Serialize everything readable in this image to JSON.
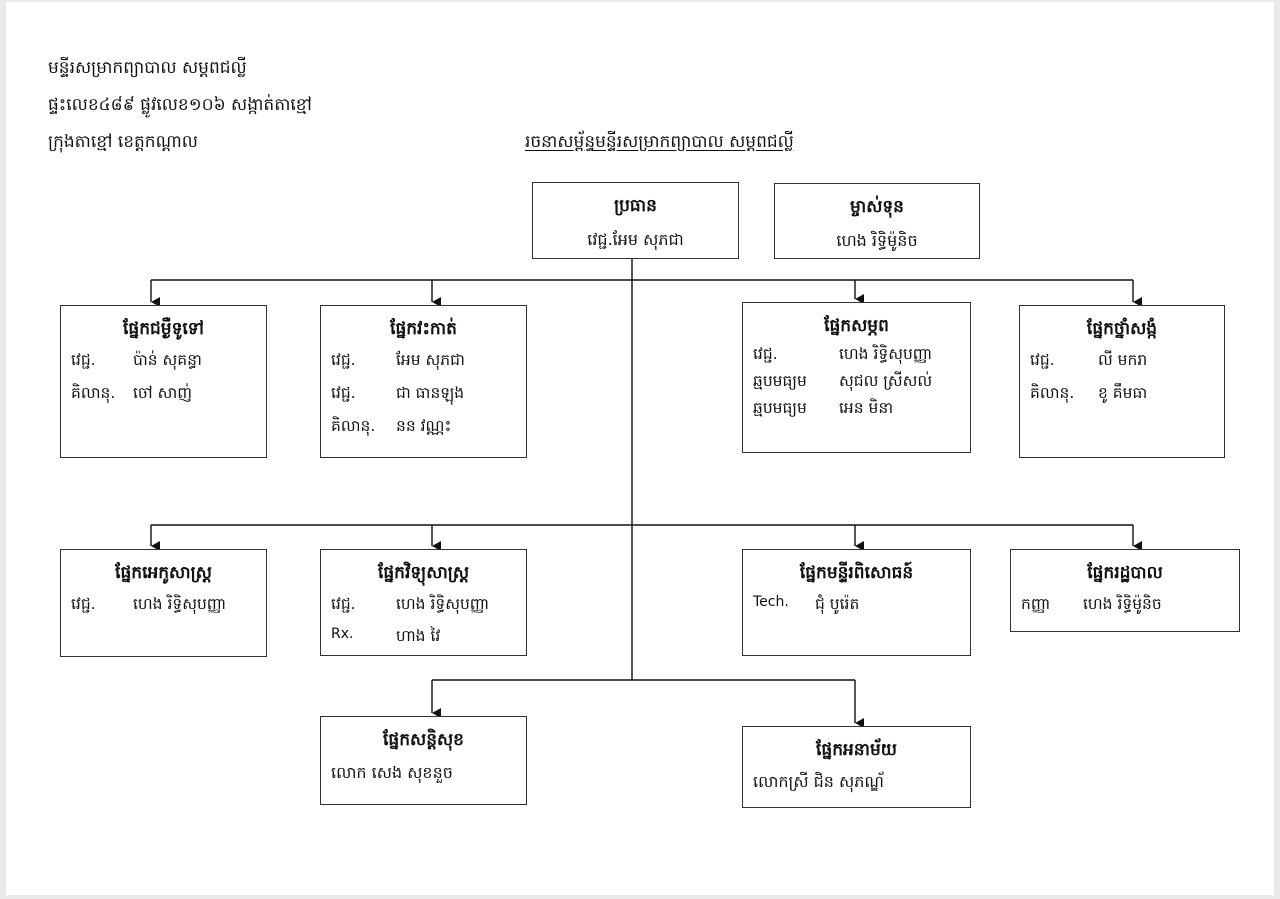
{
  "header": {
    "line1": "មន្ទីរសម្រាកព្យាបាល សម្តពជល្លី",
    "line2": "ផ្ទះលេខ៤៨៩ ផ្លូវលេខ១០៦ សង្កាត់តាខ្មៅ",
    "line3": "ក្រុងតាខ្មៅ ខេត្តកណ្តាល",
    "title": "រចនាសម្ព័ន្ធមន្ទីរសម្រាកព្យាបាល សម្តពជល្លី"
  },
  "director": {
    "title": "ប្រធាន",
    "name": "វេជ្ជ.អែម សុភជា"
  },
  "owner": {
    "title": "ម្ចាស់ទុន",
    "name": "ហេង រិទ្ធិម៉ូនិច"
  },
  "units": {
    "internal": {
      "title": "ផ្នែកជម្ងឺទូទៅ",
      "rows": [
        {
          "role": "វេជ្ជ.",
          "name": "ប៉ាន់ សុគន្ធា"
        },
        {
          "role": "គិលានុ.",
          "name": "ចៅ សាញ់"
        }
      ]
    },
    "surgery": {
      "title": "ផ្នែកវះកាត់",
      "rows": [
        {
          "role": "វេជ្ជ.",
          "name": "អែម សុភជា"
        },
        {
          "role": "វេជ្ជ.",
          "name": "ជា ធានឡុង"
        },
        {
          "role": "គិលានុ.",
          "name": "នន វណ្ណះ"
        }
      ]
    },
    "maternity": {
      "title": "ផ្នែកសម្ភព",
      "rows": [
        {
          "role": "វេជ្ជ.",
          "name": "ហេង រិទ្ធិសុបញ្ញា"
        },
        {
          "role": "ឆ្មបមធ្យម",
          "name": "សុជល ស្រីសល់"
        },
        {
          "role": "ឆ្មបមធ្យម",
          "name": "អេន មិនា"
        }
      ]
    },
    "pharmacy": {
      "title": "ផ្នែកថ្នាំសង្កំ",
      "rows": [
        {
          "role": "វេជ្ជ.",
          "name": "លី មករា"
        },
        {
          "role": "គិលានុ.",
          "name": "ខូ គឹមធា"
        }
      ]
    },
    "echo": {
      "title": "ផ្នែកអេកូសាស្ត្រ",
      "rows": [
        {
          "role": "វេជ្ជ.",
          "name": "ហេង រិទ្ធិសុបញ្ញា"
        }
      ]
    },
    "radiology": {
      "title": "ផ្នែកវិទ្យុសាស្ត្រ",
      "rows": [
        {
          "role": "វេជ្ជ.",
          "name": "ហេង រិទ្ធិសុបញ្ញា"
        },
        {
          "role": "Rx.",
          "name": "ហាង វៃ"
        }
      ]
    },
    "laboratory": {
      "title": "ផ្នែកមន្ទីរពិសោធន៍",
      "rows": [
        {
          "role": "Tech.",
          "name": "ជុំ បូរ៉េត"
        }
      ]
    },
    "admin": {
      "title": "ផ្នែករដ្ឋបាល",
      "rows": [
        {
          "role": "កញ្ញា",
          "name": "ហេង រិទ្ធិម៉ូនិច"
        }
      ]
    },
    "security": {
      "title": "ផ្នែកសន្តិសុខ",
      "line": "លោក សេង សុខនួច"
    },
    "hygiene": {
      "title": "ផ្នែកអនាម័យ",
      "line": "លោកស្រី ជិន សុភណ្ឌ័"
    }
  },
  "colors": {
    "line": "#111111",
    "border": "#333333",
    "background": "#ffffff"
  }
}
